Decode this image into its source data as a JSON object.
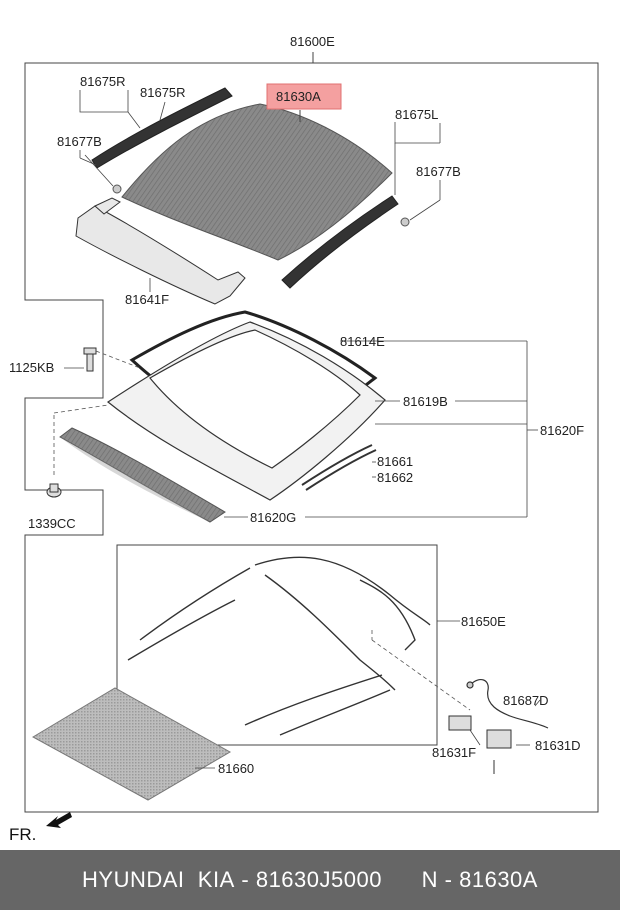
{
  "diagram": {
    "labels": {
      "p81600E": "81600E",
      "p81675R_a": "81675R",
      "p81675R_b": "81675R",
      "p81630A": "81630A",
      "p81677B_left": "81677B",
      "p81675L": "81675L",
      "p81677B_right": "81677B",
      "p81641F": "81641F",
      "p81614E": "81614E",
      "p1125KB": "1125KB",
      "p81619B": "81619B",
      "p81620F": "81620F",
      "p81661": "81661",
      "p81662": "81662",
      "p1339CC": "1339CC",
      "p81620G": "81620G",
      "p81650E": "81650E",
      "p81687D": "81687D",
      "p81631F": "81631F",
      "p81631D": "81631D",
      "p81660": "81660",
      "fr": "FR."
    },
    "highlight_color": "#f08080"
  },
  "footer": {
    "brand": "HYUNDAI",
    "maker": "KIA",
    "sep1": "-",
    "part_number": "81630J5000",
    "n": "N",
    "sep2": "-",
    "ref": "81630A"
  }
}
